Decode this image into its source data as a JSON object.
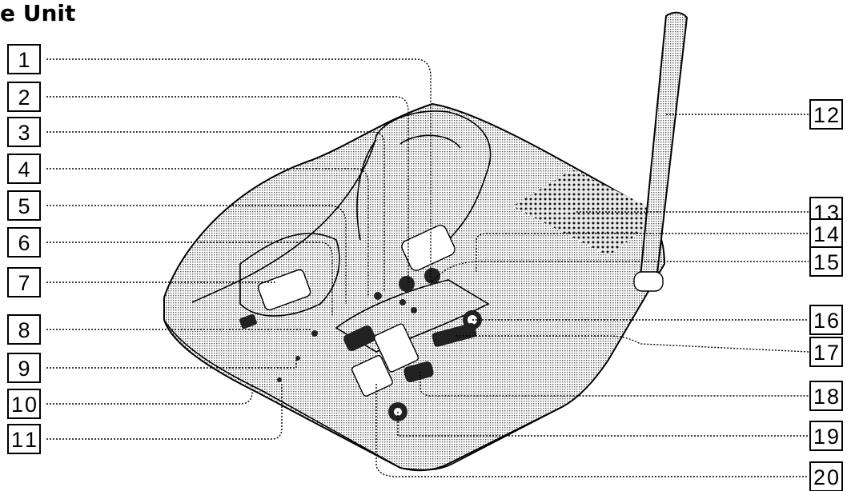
{
  "title": "e Unit",
  "callouts": [
    {
      "num": "1",
      "side": "left"
    },
    {
      "num": "2",
      "side": "left"
    },
    {
      "num": "3",
      "side": "left"
    },
    {
      "num": "4",
      "side": "left"
    },
    {
      "num": "5",
      "side": "left"
    },
    {
      "num": "6",
      "side": "left"
    },
    {
      "num": "7",
      "side": "left"
    },
    {
      "num": "8",
      "side": "left"
    },
    {
      "num": "9",
      "side": "left"
    },
    {
      "num": "10",
      "side": "left"
    },
    {
      "num": "11",
      "side": "left"
    },
    {
      "num": "12",
      "side": "right"
    },
    {
      "num": "13",
      "side": "right"
    },
    {
      "num": "14",
      "side": "right"
    },
    {
      "num": "15",
      "side": "right"
    },
    {
      "num": "16",
      "side": "right"
    },
    {
      "num": "17",
      "side": "right"
    },
    {
      "num": "18",
      "side": "right"
    },
    {
      "num": "19",
      "side": "right"
    },
    {
      "num": "20",
      "side": "right"
    }
  ]
}
